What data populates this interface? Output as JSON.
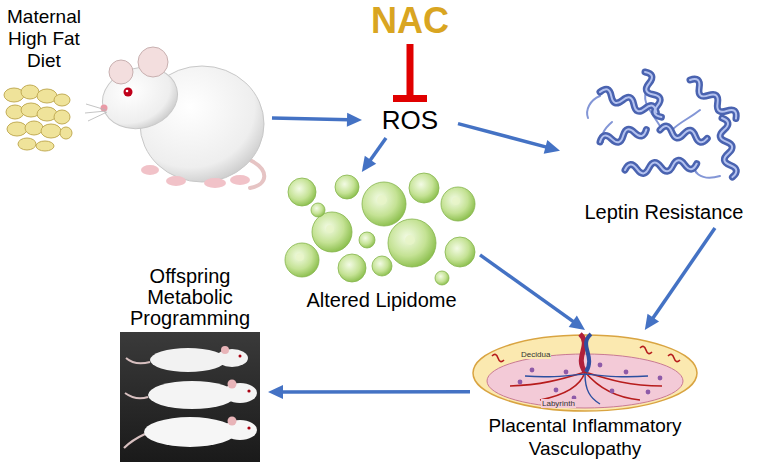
{
  "diagram": {
    "nodes": [
      {
        "text": [
          "Maternal High Fat Diet"
        ]
      },
      {
        "text": [
          "NAC"
        ]
      },
      {
        "text": [
          "ROS"
        ]
      },
      {
        "text": [
          "Leptin Resistance"
        ]
      },
      {
        "text": [
          "Altered Lipidome"
        ]
      },
      {
        "text": [
          "Placental Inflammatory Vasculopathy"
        ]
      },
      {
        "text": [
          "Offspring Metabolic Programming"
        ]
      }
    ],
    "edges": [
      {
        "from": 0,
        "to": 2,
        "arrow": "to"
      },
      {
        "from": 1,
        "to": 2,
        "arrow": "to"
      },
      {
        "from": 2,
        "to": 3,
        "arrow": "to"
      },
      {
        "from": 2,
        "to": 4,
        "arrow": "to"
      },
      {
        "from": 4,
        "to": 5,
        "arrow": "to"
      },
      {
        "from": 3,
        "to": 5,
        "arrow": "to"
      },
      {
        "from": 5,
        "to": 6,
        "arrow": "to"
      }
    ],
    "labels": [
      "Decidua",
      "Labyrinth"
    ]
  }
}
